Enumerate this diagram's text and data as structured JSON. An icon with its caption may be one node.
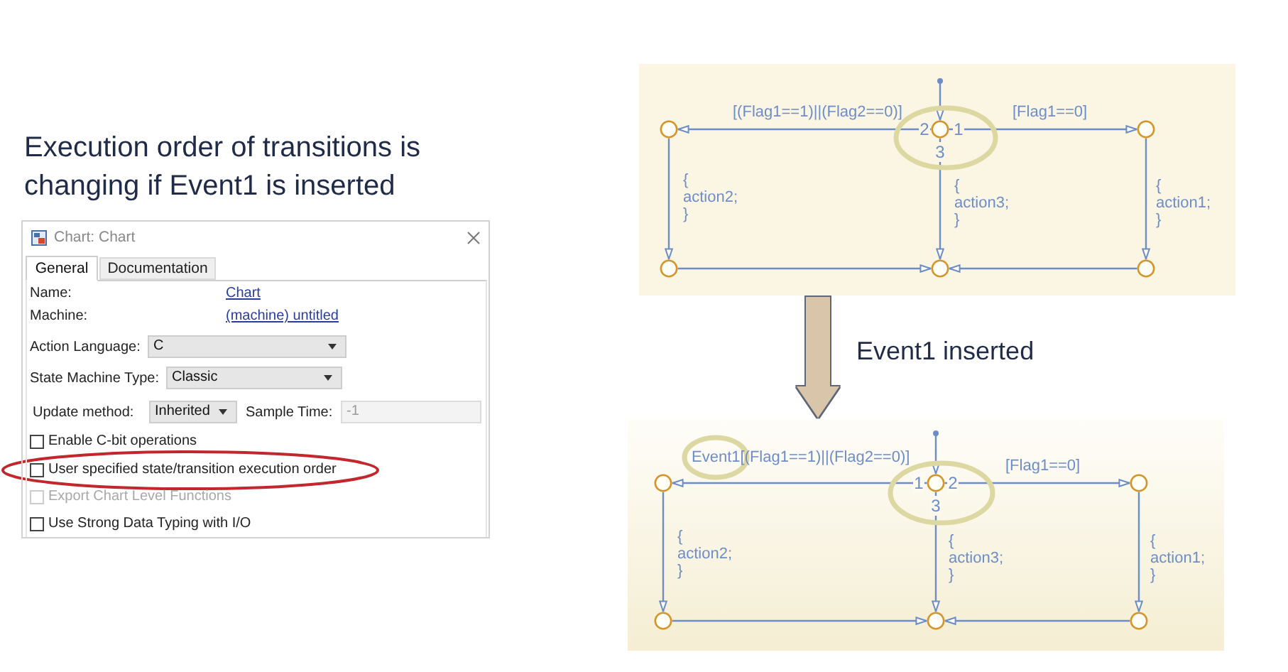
{
  "diagram": {
    "title": "Execution order of transitions is changing if Event1 is inserted",
    "nodes": [
      {
        "text": [],
        "shape": "box"
      },
      {
        "text": [],
        "shape": "circle",
        "in": 0
      },
      {
        "text": [],
        "shape": "circle",
        "in": 0
      },
      {
        "text": [],
        "shape": "circle",
        "in": 0
      },
      {
        "text": [],
        "shape": "circle",
        "in": 0
      },
      {
        "text": [],
        "shape": "circle",
        "in": 0
      },
      {
        "text": [],
        "shape": "circle",
        "in": 0
      },
      {
        "text": [
          "Chart: Chart",
          "General",
          "Documentation",
          "Name:",
          "Chart",
          "Machine:",
          "(machine) untitled",
          "Action Language:",
          "C",
          "State Machine Type:",
          "Classic",
          "Update method:",
          "Inherited",
          "Sample Time:",
          "-1",
          "Enable C-bit operations",
          "User specified state/transition execution order",
          "Export Chart Level Functions",
          "Use Strong Data Typing with I/O"
        ]
      },
      {
        "text": [],
        "shape": "box"
      },
      {
        "text": [],
        "shape": "circle",
        "in": 8
      },
      {
        "text": [],
        "shape": "circle",
        "in": 8
      },
      {
        "text": [],
        "shape": "circle",
        "in": 8
      },
      {
        "text": [],
        "shape": "circle",
        "in": 8
      },
      {
        "text": [],
        "shape": "circle",
        "in": 8
      },
      {
        "text": [],
        "shape": "circle",
        "in": 8
      }
    ],
    "edges": [
      {
        "from": null,
        "to": 2,
        "arrow": "to"
      },
      {
        "from": 2,
        "to": 1,
        "arrow": "to",
        "label": "[(Flag1==1)||(Flag2==0)]"
      },
      {
        "from": 2,
        "to": 3,
        "arrow": "to",
        "label": "[Flag1==0]"
      },
      {
        "from": 2,
        "to": 5,
        "arrow": "to",
        "label": "{ action3; }"
      },
      {
        "from": 1,
        "to": 4,
        "arrow": "to",
        "label": "{ action2; }"
      },
      {
        "from": 3,
        "to": 6,
        "arrow": "to",
        "label": "{ action1; }"
      },
      {
        "from": 4,
        "to": 5,
        "arrow": "to"
      },
      {
        "from": 6,
        "to": 5,
        "arrow": "to"
      },
      {
        "from": 0,
        "to": 8,
        "arrow": "to",
        "label": "Event1 inserted",
        "style": "thick",
        "color": "#d9c5aa"
      },
      {
        "from": null,
        "to": 10,
        "arrow": "to"
      },
      {
        "from": 10,
        "to": 9,
        "arrow": "to",
        "label": "Event1[(Flag1==1)||(Flag2==0)]"
      },
      {
        "from": 10,
        "to": 11,
        "arrow": "to",
        "label": "[Flag1==0]"
      },
      {
        "from": 10,
        "to": 13,
        "arrow": "to",
        "label": "{ action3; }"
      },
      {
        "from": 9,
        "to": 12,
        "arrow": "to",
        "label": "{ action2; }"
      },
      {
        "from": 11,
        "to": 14,
        "arrow": "to",
        "label": "{ action1; }"
      },
      {
        "from": 12,
        "to": 13,
        "arrow": "to"
      },
      {
        "from": 14,
        "to": 13,
        "arrow": "to"
      }
    ],
    "labels": [
      "2",
      "1",
      "3",
      "1",
      "2",
      "3"
    ]
  }
}
